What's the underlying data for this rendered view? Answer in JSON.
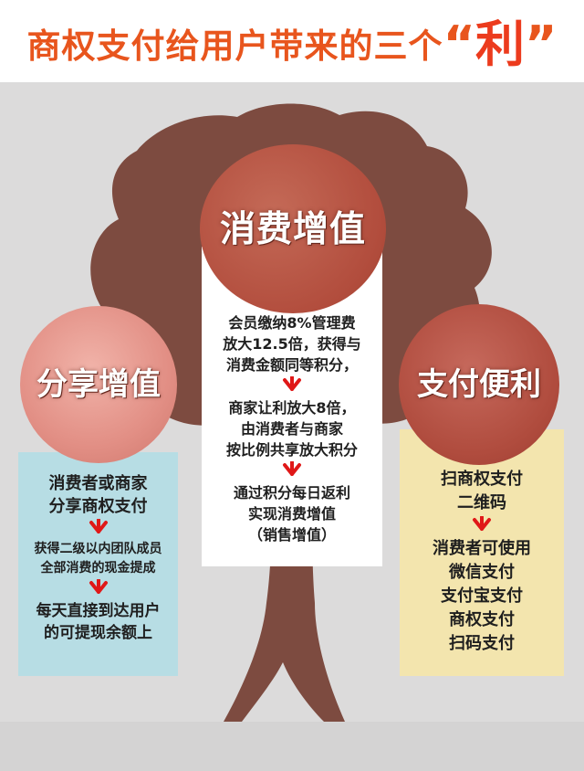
{
  "title": {
    "main": "商权支付给用户带来的三个",
    "open_quote": "“",
    "highlight": "利",
    "close_quote": "”"
  },
  "colors": {
    "title_orange": "#e8551d",
    "tree_brown": "#7d4b40",
    "background_gray": "#dcdbdb",
    "arrow_red": "#e01818",
    "panel_left_bg": "#b7dde4",
    "panel_right_bg": "#f3e5ae",
    "circle_dark_red": "#b24d3d",
    "circle_pink": "#e28f85"
  },
  "sections": {
    "center": {
      "heading": "消费增值",
      "group1": [
        "会员缴纳8%管理费",
        "放大12.5倍，获得与",
        "消费金额同等积分，"
      ],
      "group2": [
        "商家让利放大8倍，",
        "由消费者与商家",
        "按比例共享放大积分"
      ],
      "group3": [
        "通过积分每日返利",
        "实现消费增值",
        "（销售增值）"
      ]
    },
    "left": {
      "heading": "分享增值",
      "group1": [
        "消费者或商家",
        "分享商权支付"
      ],
      "group2": [
        "获得二级以内团队成员",
        "全部消费的现金提成"
      ],
      "group3": [
        "每天直接到达用户",
        "的可提现余额上"
      ]
    },
    "right": {
      "heading": "支付便利",
      "group1": [
        "扫商权支付",
        "二维码"
      ],
      "group2": [
        "消费者可使用",
        "微信支付",
        "支付宝支付",
        "商权支付",
        "扫码支付"
      ]
    }
  }
}
